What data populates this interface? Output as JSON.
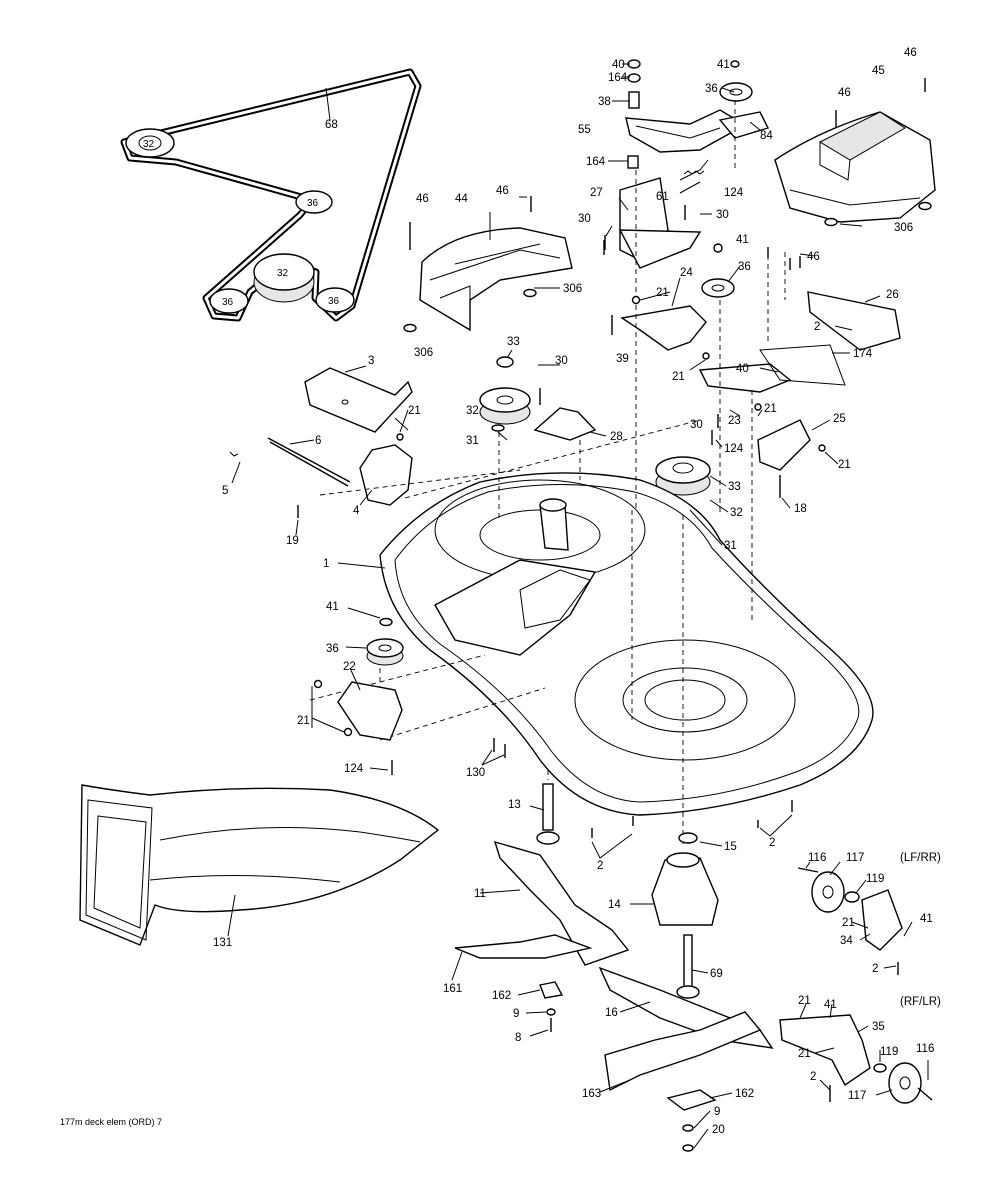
{
  "footer": "177m deck elem (ORD) 7",
  "view_labels": {
    "lf_rr": "(LF/RR)",
    "rf_lr": "(RF/LR)"
  },
  "belt_pulley_labels": [
    "32",
    "36",
    "32",
    "36",
    "36"
  ],
  "callouts": {
    "c68": "68",
    "c40a": "40",
    "c164a": "164",
    "c38": "38",
    "c55": "55",
    "c164b": "164",
    "c41a": "41",
    "c36a": "36",
    "c84": "84",
    "c124a": "124",
    "c46a": "46",
    "c45": "45",
    "c46b": "46",
    "c306a": "306",
    "c46c": "46",
    "c44": "44",
    "c46d": "46",
    "c306b": "306",
    "c306c": "306",
    "c27": "27",
    "c61": "61",
    "c30a": "30",
    "c30b": "30",
    "c41b": "41",
    "c36b": "36",
    "c46e": "46",
    "c24": "24",
    "c21a": "21",
    "c39": "39",
    "c21b": "21",
    "c26": "26",
    "c2a": "2",
    "c174": "174",
    "c40b": "40",
    "c33a": "33",
    "c3": "3",
    "c30c": "30",
    "c32a": "32",
    "c21c": "21",
    "c31a": "31",
    "c28": "28",
    "c6": "6",
    "c5": "5",
    "c4": "4",
    "c19": "19",
    "c23": "23",
    "c21d": "21",
    "c25": "25",
    "c30d": "30",
    "c124b": "124",
    "c21e": "21",
    "c33b": "33",
    "c32b": "32",
    "c18": "18",
    "c31b": "31",
    "c1": "1",
    "c41c": "41",
    "c36c": "36",
    "c22": "22",
    "c21f": "21",
    "c124c": "124",
    "c130": "130",
    "c131": "131",
    "c13": "13",
    "c2b": "2",
    "c2c": "2",
    "c15": "15",
    "c11": "11",
    "c14": "14",
    "c161": "161",
    "c162a": "162",
    "c9a": "9",
    "c8": "8",
    "c69": "69",
    "c16": "16",
    "c163": "163",
    "c162b": "162",
    "c9b": "9",
    "c20": "20",
    "c116a": "116",
    "c117a": "117",
    "c119a": "119",
    "c21g": "21",
    "c34": "34",
    "c41d": "41",
    "c2d": "2",
    "c21h": "21",
    "c41e": "41",
    "c35": "35",
    "c21i": "21",
    "c119b": "119",
    "c116b": "116",
    "c2e": "2",
    "c117b": "117"
  }
}
